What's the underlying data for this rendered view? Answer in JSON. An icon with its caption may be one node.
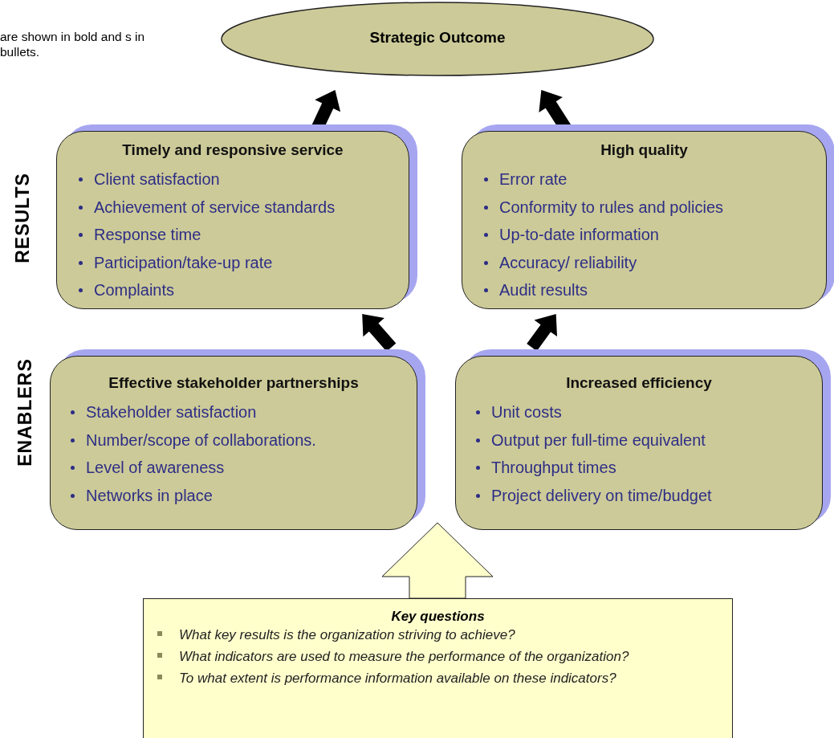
{
  "diagram": {
    "nodes": [
      {
        "text": [
          "Strategic Outcome"
        ]
      },
      {
        "text": [
          "Timely and responsive service",
          "Client satisfaction",
          "Achievement of service standards",
          "Response time",
          "Participation/take-up rate",
          "Complaints"
        ]
      },
      {
        "text": [
          "High quality",
          "Error rate",
          "Conformity to rules and policies",
          "Up-to-date information",
          "Accuracy/ reliability",
          "Audit results"
        ]
      },
      {
        "text": [
          "Effective stakeholder partnerships",
          "Stakeholder satisfaction",
          "Number/scope of collaborations.",
          "Level of awareness",
          "Networks in place"
        ]
      },
      {
        "text": [
          "Increased efficiency",
          "Unit costs",
          "Output per full-time equivalent",
          "Throughput times",
          "Project delivery on time/budget"
        ]
      },
      {
        "text": [
          "Key questions",
          "What key results is the organization striving to achieve?",
          "What indicators are used to measure the performance of the organization?",
          "To what extent is performance information available on these indicators?"
        ]
      }
    ],
    "edges": [
      {
        "from": 1,
        "to": 0,
        "arrow": "to"
      },
      {
        "from": 2,
        "to": 0,
        "arrow": "to"
      },
      {
        "from": 3,
        "to": 1,
        "arrow": "to"
      },
      {
        "from": 4,
        "to": 2,
        "arrow": "to"
      },
      {
        "from": 5,
        "to": null,
        "arrow": "to"
      }
    ],
    "labels": [
      "are shown in bold and s in bullets.",
      "RESULTS",
      "ENABLERS"
    ]
  }
}
